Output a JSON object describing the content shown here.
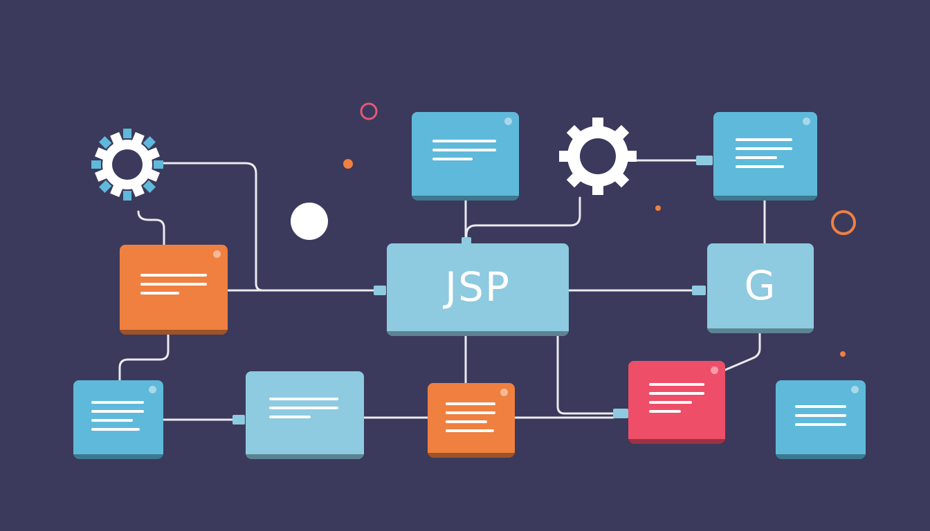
{
  "diagram": {
    "main_node_label": "JSP",
    "side_node_label": "G"
  },
  "colors": {
    "background": "#3b3a5c",
    "blue": "#5fb9da",
    "light_blue": "#8ecae0",
    "orange": "#f08040",
    "red": "#ee4e68",
    "connector": "#ffffff"
  },
  "icons": [
    "gear-icon",
    "gear-icon",
    "circle-decoration"
  ]
}
